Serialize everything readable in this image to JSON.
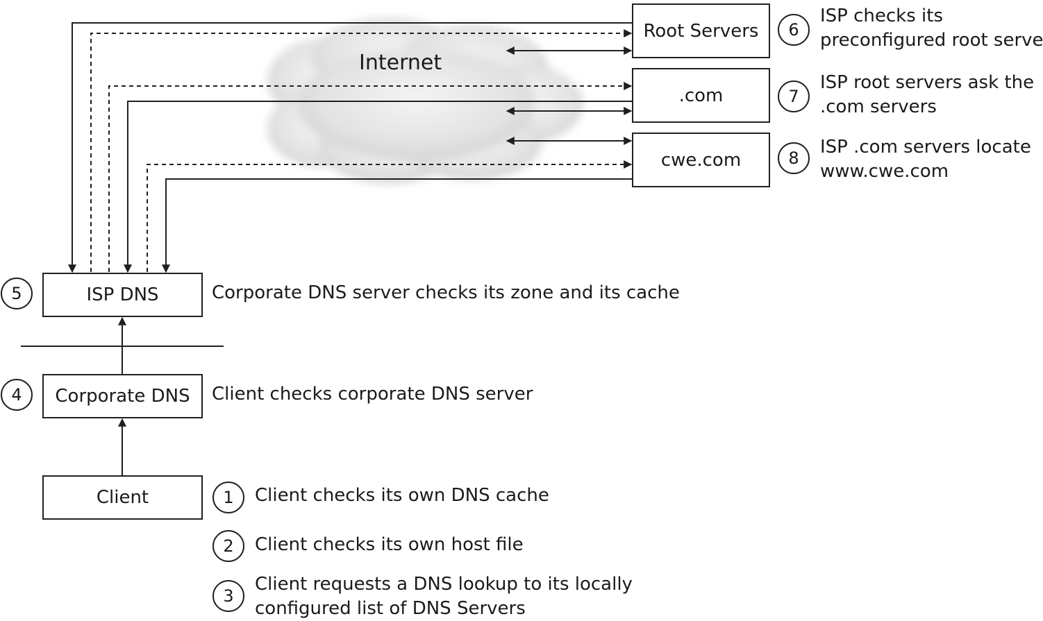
{
  "cloud": {
    "label": "Internet"
  },
  "servers": {
    "root": "Root Servers",
    "com": ".com",
    "cwe": "cwe.com"
  },
  "nodes": {
    "isp_dns": "ISP DNS",
    "corporate_dns": "Corporate DNS",
    "client": "Client"
  },
  "steps": {
    "s1": {
      "num": "1",
      "line1": "Client checks its own DNS cache"
    },
    "s2": {
      "num": "2",
      "line1": "Client checks its own host file"
    },
    "s3": {
      "num": "3",
      "line1": "Client requests a DNS lookup to its locally",
      "line2": "configured list of DNS Servers"
    },
    "s4": {
      "num": "4",
      "line1": "Client checks corporate DNS server"
    },
    "s5": {
      "num": "5",
      "line1": "Corporate DNS server checks its zone and its cache"
    },
    "s6": {
      "num": "6",
      "line1": "ISP checks its",
      "line2": "preconfigured root servers"
    },
    "s7": {
      "num": "7",
      "line1": "ISP root servers ask the",
      "line2": ".com servers"
    },
    "s8": {
      "num": "8",
      "line1": "ISP .com servers locate",
      "line2": "www.cwe.com"
    }
  }
}
